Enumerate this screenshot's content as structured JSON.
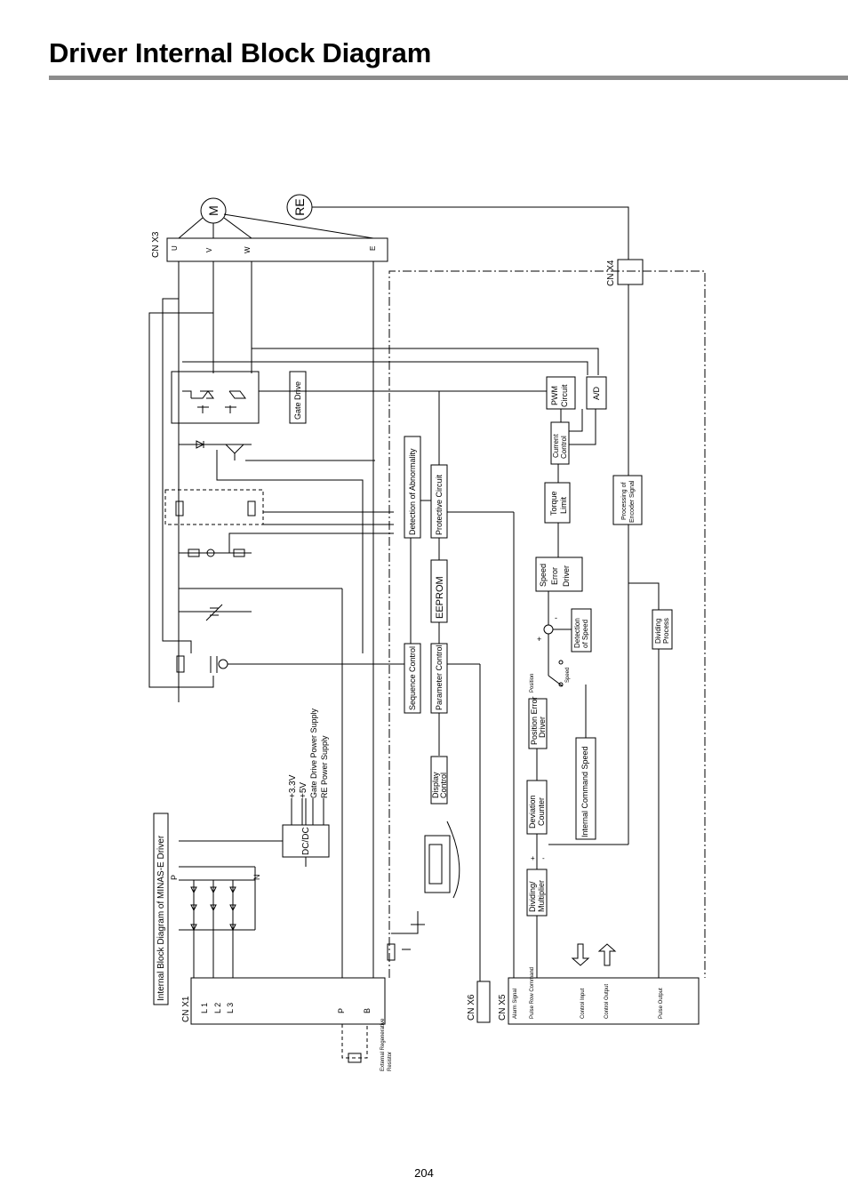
{
  "page": {
    "title": "Driver Internal Block Diagram",
    "number": "204"
  },
  "diagram": {
    "caption": "Internal Block Diagram of MINAS-E Driver",
    "motor": "M",
    "encoder": "RE",
    "connectors": {
      "x3": "CN X3",
      "x4": "CN X4",
      "x1": "CN X1",
      "x6": "CN X6",
      "x5": "CN X5"
    },
    "x3_terminals": [
      "U",
      "V",
      "W",
      "E"
    ],
    "x1_terminals": [
      "L 1",
      "L 2",
      "L 3",
      "P",
      "B"
    ],
    "x5_signals": [
      "Alarm Signal",
      "Pulse Row Command",
      "Control Input",
      "Control Output",
      "Pulse Output"
    ],
    "bus": {
      "p": "P",
      "n": "N"
    },
    "blocks": {
      "gate_drive": "Gate Drive",
      "pwm": [
        "PWM",
        "Circuit"
      ],
      "ad": "A/D",
      "current_control": [
        "Current",
        "Control"
      ],
      "torque_limit": [
        "Torque",
        "Limit"
      ],
      "speed_error": [
        "Speed",
        "Error",
        "Driver"
      ],
      "detection_speed": [
        "Detection",
        "of Speed"
      ],
      "encoder_processing": [
        "Processing of",
        "Encoder Signal"
      ],
      "dividing_process": [
        "Dividing",
        "Process"
      ],
      "internal_command_speed": "Internal Command Speed",
      "position_error": [
        "Position Error",
        "Driver"
      ],
      "deviation_counter": [
        "Deviation",
        "Counter"
      ],
      "dividing_multiplier": [
        "Dividing/",
        "Multiplier"
      ],
      "detection_abnormality": "Detection of Abnormality",
      "protective_circuit": "Protective Circuit",
      "eeprom": "EEPROM",
      "parameter_control": "Parameter Control",
      "sequence_control": "Sequence Control",
      "display_control": [
        "Display",
        "Control"
      ],
      "dcdc": "DC/DC"
    },
    "switch_labels": {
      "position": "Position",
      "speed": "Speed"
    },
    "summing_signs": {
      "plus": "+",
      "minus": "-"
    },
    "power_outputs": [
      "+3.3V",
      "+5V",
      "Gate Drive Power Supply",
      "RE Power Supply"
    ],
    "external_resistor": [
      "External Regenerative",
      "Resistor"
    ]
  }
}
